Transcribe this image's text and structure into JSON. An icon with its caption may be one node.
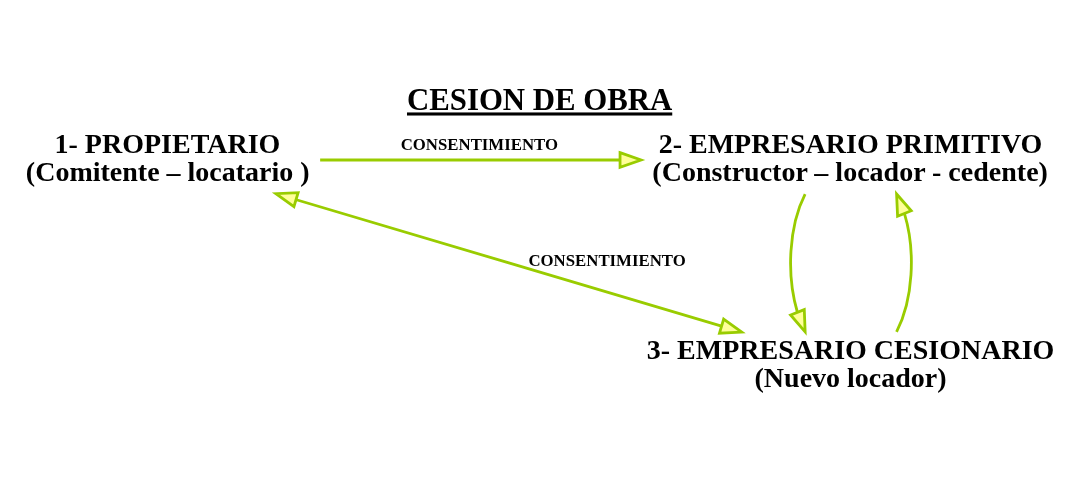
{
  "diagram": {
    "title": "CESION DE OBRA",
    "nodes": [
      {
        "text": [
          "1- PROPIETARIO",
          "(Comitente – locatario )"
        ]
      },
      {
        "text": [
          "2- EMPRESARIO PRIMITIVO",
          "(Constructor – locador - cedente)"
        ]
      },
      {
        "text": [
          "3- EMPRESARIO CESIONARIO",
          "(Nuevo locador)"
        ]
      }
    ],
    "edges": [
      {
        "from": 0,
        "to": 1,
        "arrow": "to",
        "label": "CONSENTIMIENTO"
      },
      {
        "from": 0,
        "to": 2,
        "arrow": "both",
        "label": "CONSENTIMIENTO"
      },
      {
        "from": 2,
        "to": 1,
        "arrow": "to"
      },
      {
        "from": 1,
        "to": 2,
        "arrow": "to"
      }
    ]
  }
}
